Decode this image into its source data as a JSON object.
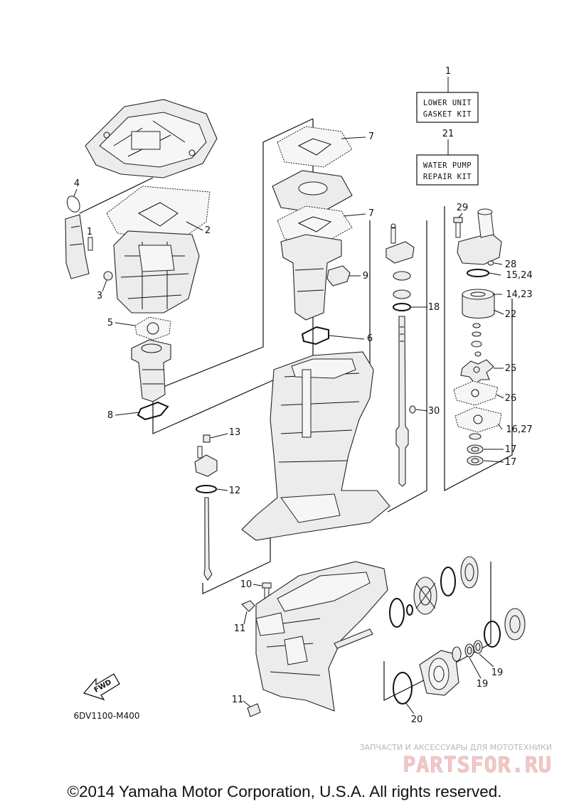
{
  "callouts": {
    "c1": "1",
    "c2": "2",
    "c3": "3",
    "c4": "4",
    "c5": "5",
    "c6": "6",
    "c7a": "7",
    "c7b": "7",
    "c8": "8",
    "c9": "9",
    "c10": "10",
    "c11a": "11",
    "c11b": "11",
    "c1b": "1",
    "c12": "12",
    "c13": "13",
    "c14_23": "14,23",
    "c15_24": "15,24",
    "c16_27": "16,27",
    "c17a": "17",
    "c17b": "17",
    "c18": "18",
    "c19a": "19",
    "c19b": "19",
    "c20": "20",
    "c21": "21",
    "c22": "22",
    "c25": "25",
    "c26": "26",
    "c28": "28",
    "c29": "29",
    "c30": "30"
  },
  "kits": {
    "gasket_kit_line1": "LOWER UNIT",
    "gasket_kit_line2": "GASKET KIT",
    "water_pump_kit_line1": "WATER PUMP",
    "water_pump_kit_line2": "REPAIR KIT"
  },
  "fwd_label": "FWD",
  "diagram_code": "6DV1100-M400",
  "watermark": {
    "tagline": "ЗАПЧАСТИ И АКСЕССУАРЫ ДЛЯ МОТОТЕХНИКИ",
    "logo": "PARTSFOR.RU"
  },
  "copyright": "©2014 Yamaha Motor Corporation, U.S.A. All rights reserved."
}
